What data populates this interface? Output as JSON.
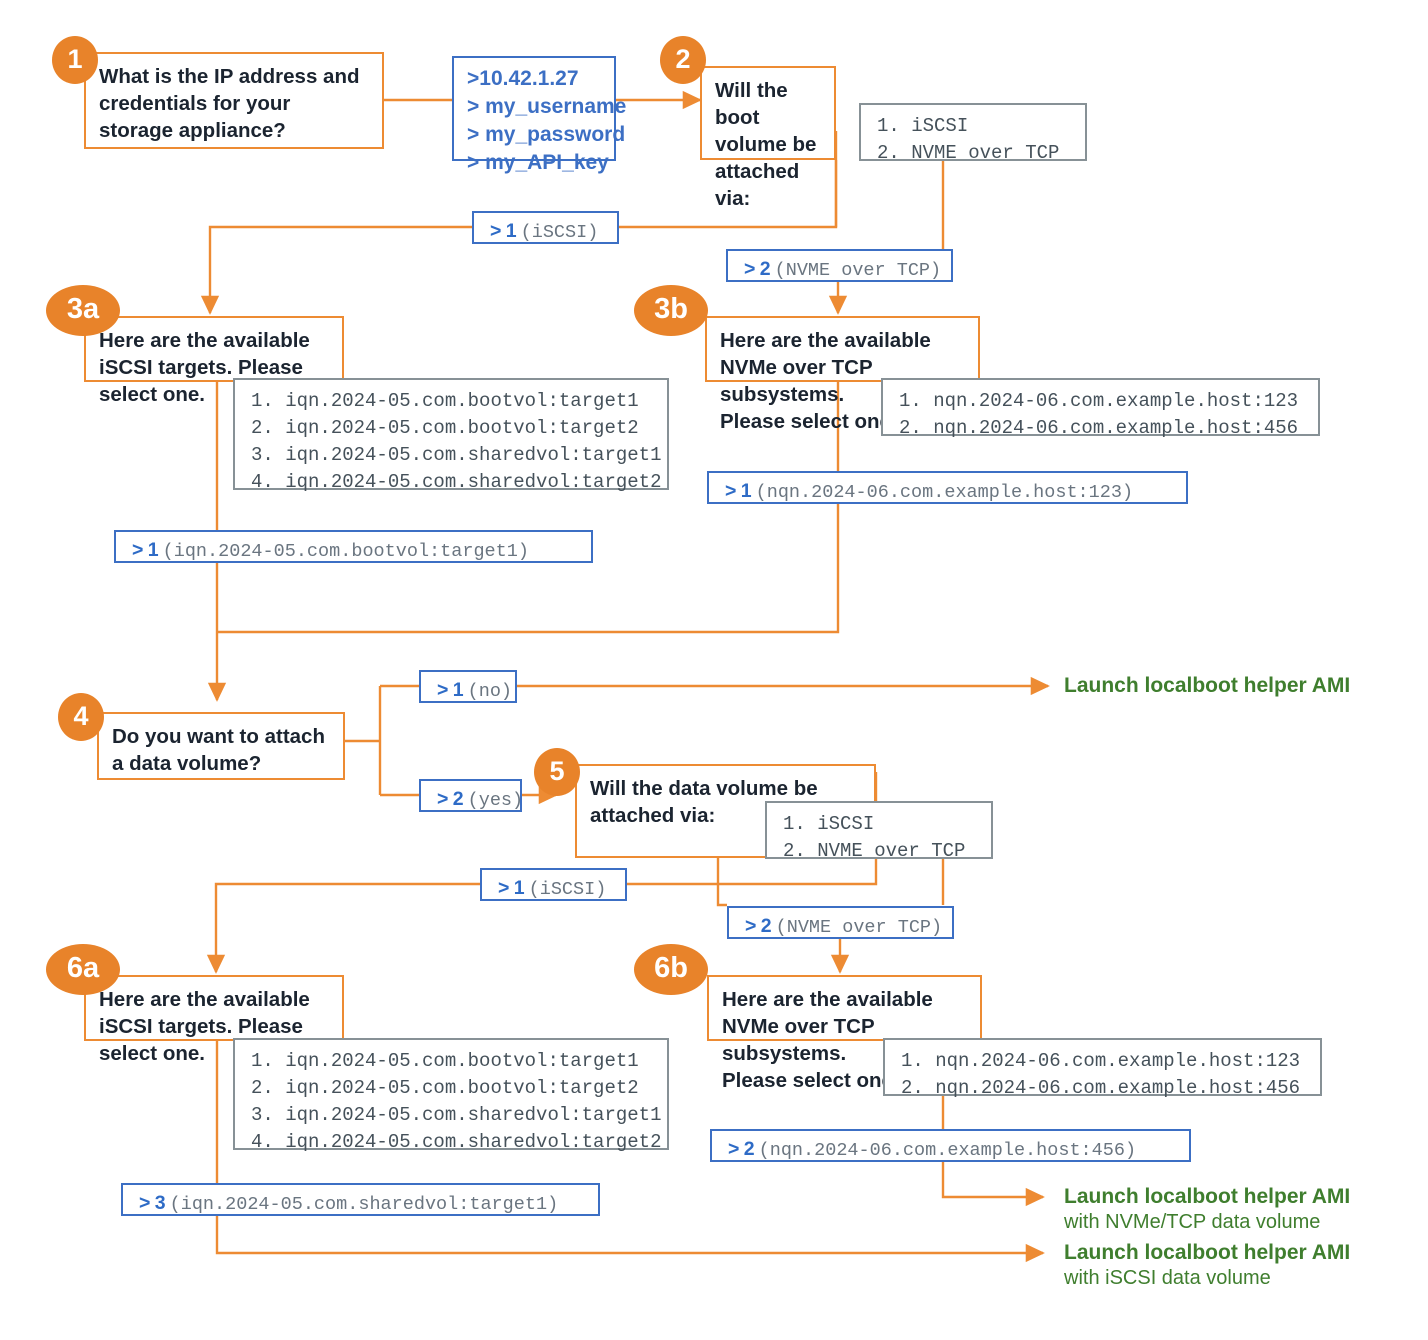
{
  "colors": {
    "orange": "#ED8B33",
    "badge_orange": "#E8832A",
    "blue": "#3C6FC4",
    "blue_text": "#2E6BC6",
    "gray_border": "#879196",
    "mono_text": "#45515a",
    "green": "#3F7E2E",
    "prompt_text": "#1b2430"
  },
  "steps": {
    "s1": {
      "badge": "1",
      "prompt": "What is the IP address and\ncredentials for your\nstorage appliance?"
    },
    "s2": {
      "badge": "2",
      "prompt": "Will the boot volume be\nattached via:"
    },
    "s3a": {
      "badge": "3a",
      "prompt": "Here are the available\niSCSI targets. Please\nselect one."
    },
    "s3b": {
      "badge": "3b",
      "prompt": "Here are the available\nNVMe over TCP subsystems.\nPlease select one."
    },
    "s4": {
      "badge": "4",
      "prompt": "Do you want to attach\na data volume?"
    },
    "s5": {
      "badge": "5",
      "prompt": "Will the data volume be\nattached via:"
    },
    "s6a": {
      "badge": "6a",
      "prompt": "Here are the available\niSCSI targets. Please\nselect one."
    },
    "s6b": {
      "badge": "6b",
      "prompt": "Here are the available\nNVMe over TCP subsystems.\nPlease select one."
    }
  },
  "credentials": {
    "lines": ">10.42.1.27\n> my_username\n> my_password\n> my_API_key"
  },
  "option_lists": {
    "transport_boot": "1. iSCSI\n2. NVME over TCP",
    "transport_data": "1. iSCSI\n2. NVME over TCP",
    "iscsi_targets_boot": "1. iqn.2024-05.com.bootvol:target1\n2. iqn.2024-05.com.bootvol:target2\n3. iqn.2024-05.com.sharedvol:target1\n4. iqn.2024-05.com.sharedvol:target2",
    "nvme_subsystems_boot": "1. nqn.2024-06.com.example.host:123\n2. nqn.2024-06.com.example.host:456",
    "iscsi_targets_data": "1. iqn.2024-05.com.bootvol:target1\n2. iqn.2024-05.com.bootvol:target2\n3. iqn.2024-05.com.sharedvol:target1\n4. iqn.2024-05.com.sharedvol:target2",
    "nvme_subsystems_data": "1. nqn.2024-06.com.example.host:123\n2. nqn.2024-06.com.example.host:456"
  },
  "answers": {
    "a_boot_iscsi": {
      "key": "> 1",
      "value": "(iSCSI)"
    },
    "a_boot_nvme": {
      "key": "> 2",
      "value": "(NVME over TCP)"
    },
    "a_boot_target": {
      "key": "> 1",
      "value": "(iqn.2024-05.com.bootvol:target1)"
    },
    "a_boot_nqn": {
      "key": "> 1",
      "value": "(nqn.2024-06.com.example.host:123)"
    },
    "a_data_no": {
      "key": "> 1",
      "value": "(no)"
    },
    "a_data_yes": {
      "key": "> 2",
      "value": "(yes)"
    },
    "a_data_iscsi": {
      "key": "> 1",
      "value": "(iSCSI)"
    },
    "a_data_nvme": {
      "key": "> 2",
      "value": "(NVME over TCP)"
    },
    "a_data_target": {
      "key": "> 3",
      "value": "(iqn.2024-05.com.sharedvol:target1)"
    },
    "a_data_nqn": {
      "key": "> 2",
      "value": "(nqn.2024-06.com.example.host:456)"
    }
  },
  "terminals": {
    "t_plain": {
      "line1": "Launch localboot helper AMI",
      "line2": ""
    },
    "t_nvme": {
      "line1": "Launch localboot helper AMI",
      "line2": "with NVMe/TCP data volume"
    },
    "t_iscsi": {
      "line1": "Launch localboot helper AMI",
      "line2": "with iSCSI data volume"
    }
  }
}
